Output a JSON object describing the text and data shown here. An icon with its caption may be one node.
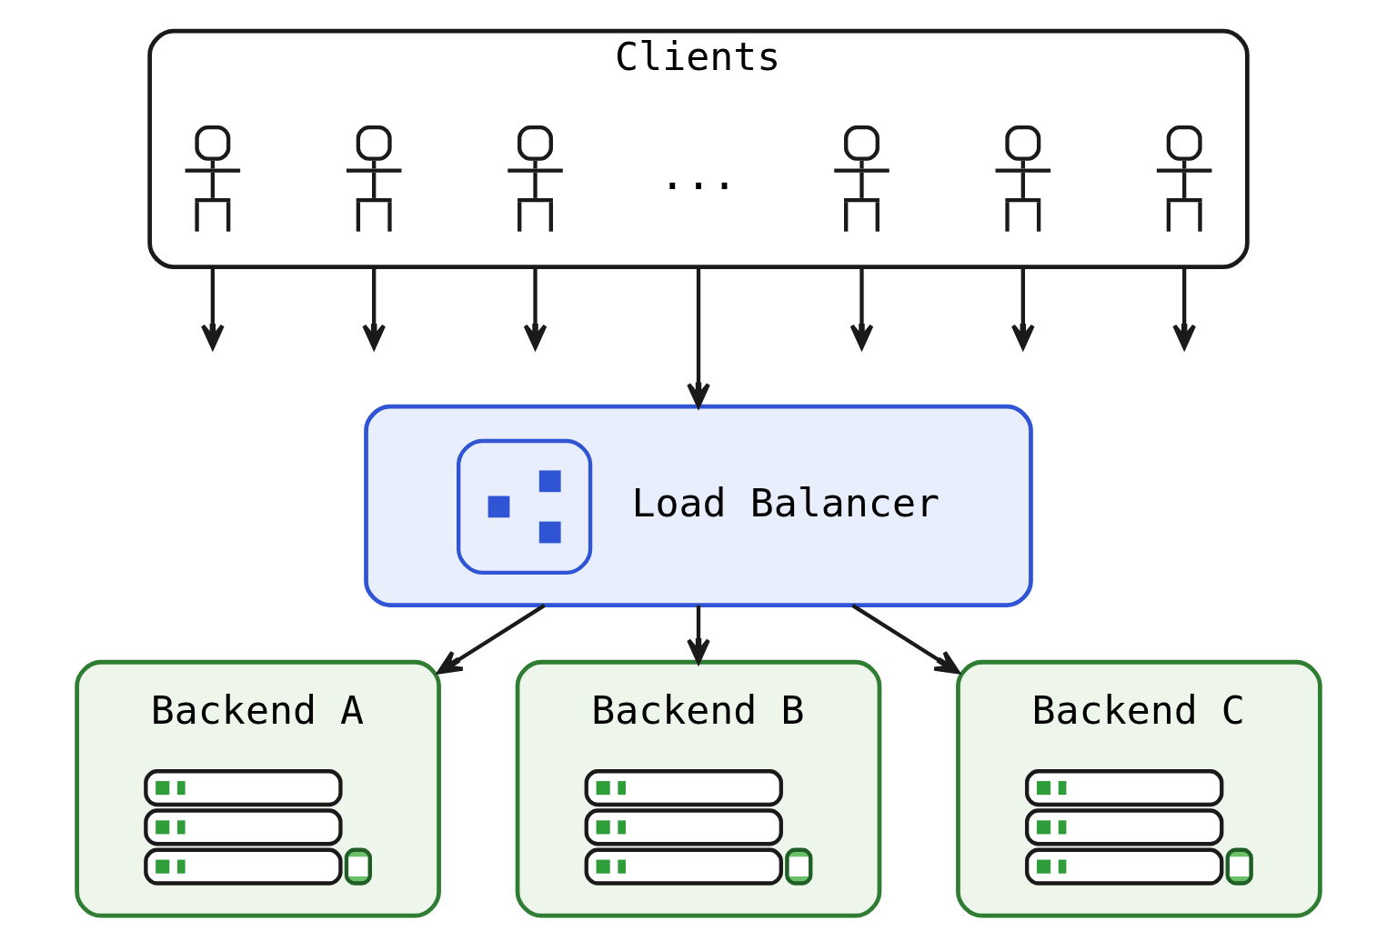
{
  "diagram": {
    "nodes": [
      {
        "text": [
          "Clients"
        ]
      },
      {
        "text": [],
        "shape": "person",
        "in": 0
      },
      {
        "text": [],
        "shape": "person",
        "in": 0
      },
      {
        "text": [],
        "shape": "person",
        "in": 0
      },
      {
        "text": [],
        "shape": "person",
        "in": 0
      },
      {
        "text": [],
        "shape": "person",
        "in": 0
      },
      {
        "text": [],
        "shape": "person",
        "in": 0
      },
      {
        "text": [
          "Load Balancer"
        ]
      },
      {
        "text": [
          "Backend A"
        ]
      },
      {
        "text": [
          "Backend B"
        ]
      },
      {
        "text": [
          "Backend C"
        ]
      }
    ],
    "edges": [
      {
        "from": 0,
        "to": null,
        "arrow": "to"
      },
      {
        "from": 0,
        "to": null,
        "arrow": "to"
      },
      {
        "from": 0,
        "to": null,
        "arrow": "to"
      },
      {
        "from": 0,
        "to": 7,
        "arrow": "to"
      },
      {
        "from": 0,
        "to": null,
        "arrow": "to"
      },
      {
        "from": 0,
        "to": null,
        "arrow": "to"
      },
      {
        "from": 0,
        "to": null,
        "arrow": "to"
      },
      {
        "from": 7,
        "to": 8,
        "arrow": "to"
      },
      {
        "from": 7,
        "to": 9,
        "arrow": "to"
      },
      {
        "from": 7,
        "to": 10,
        "arrow": "to"
      }
    ],
    "labels": [
      "..."
    ]
  }
}
